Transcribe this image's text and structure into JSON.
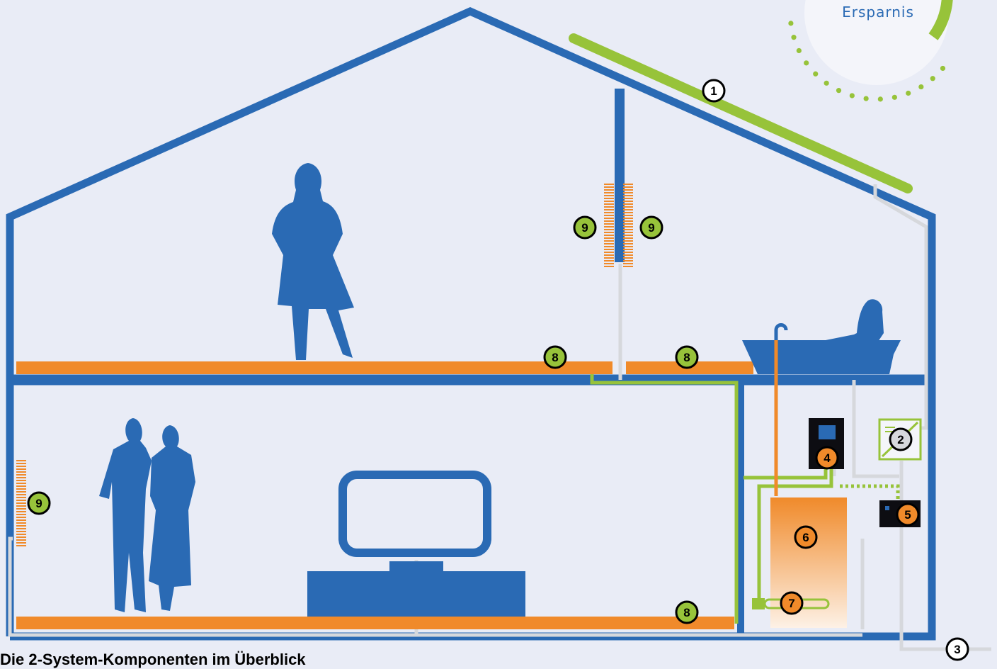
{
  "savings_label": "Ersparnis",
  "caption": "Die 2-System-Komponenten im Überblick",
  "markers": {
    "m1": "1",
    "m2": "2",
    "m3": "3",
    "m4": "4",
    "m5": "5",
    "m6": "6",
    "m7": "7",
    "m8": "8",
    "m9": "9"
  },
  "colors": {
    "wall": "#2a6ab4",
    "floor_heating": "#f08a2a",
    "solar_green": "#97c33a",
    "pipe_grey": "#d6d8dc",
    "background": "#e9ecf6"
  },
  "icons": [
    "solar-panel-icon",
    "inverter-icon",
    "controller-icon",
    "meter-icon",
    "water-heater-icon",
    "heating-rod-icon",
    "infrared-heater-icon",
    "bathtub-icon",
    "person-silhouette-icon",
    "tv-icon"
  ]
}
